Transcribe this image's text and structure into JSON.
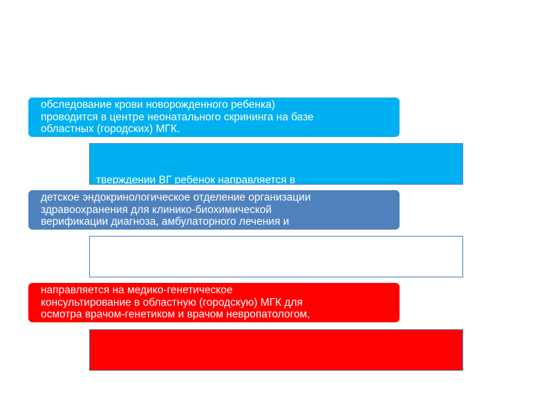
{
  "colors": {
    "cyan": "#00b0f0",
    "steel_blue": "#4f81bd",
    "red": "#ff0000",
    "white": "#ffffff",
    "outline_blue": "#4a7ebb"
  },
  "box_1": {
    "lines": [
      "обследование крови новорожденного ребенка)",
      "проводится в центре неонатального скрининга на базе",
      "областных (городских) МГК."
    ]
  },
  "box_2": {
    "clipped_line": "тверждении ВГ ребенок направляется в",
    "lines": [
      "детское эндокринологическое отделение организации",
      "здравоохранения для клинико-биохимической",
      "верификации диагноза, амбулаторного лечения и"
    ]
  },
  "box_3": {
    "lines": [
      "направляется на медико-генетическое",
      "консультирование в областную (городскую) МГК для",
      "осмотра врачом-генетиком и врачом невропатологом,"
    ]
  }
}
